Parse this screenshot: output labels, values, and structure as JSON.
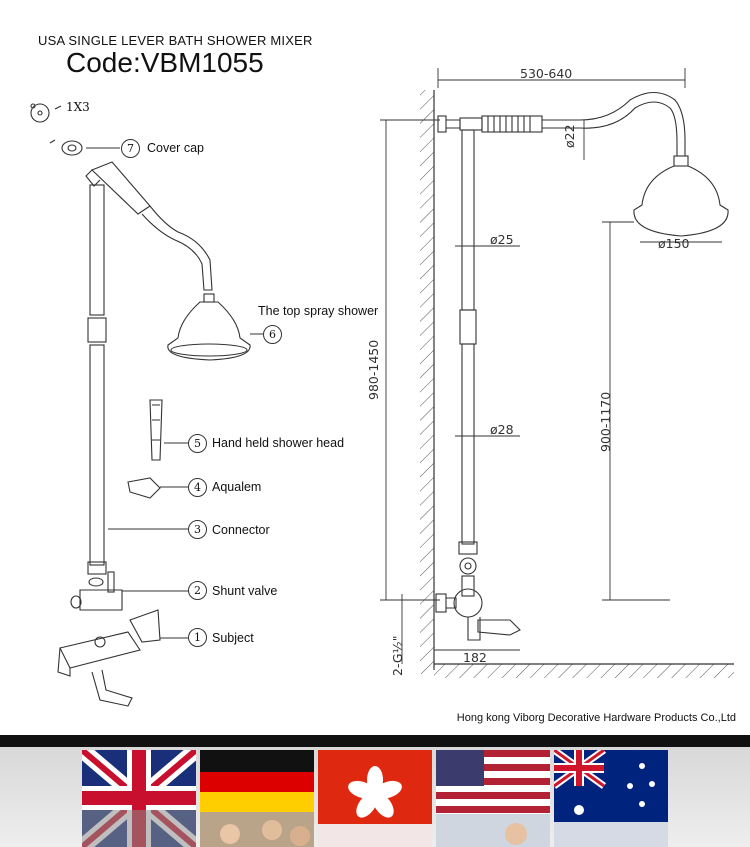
{
  "header": {
    "title": "USA SINGLE LEVER BATH SHOWER MIXER",
    "code": "Code:VBM1055"
  },
  "parts": [
    {
      "num": "7",
      "label": "Cover cap"
    },
    {
      "num": "6",
      "label": "The top spray shower"
    },
    {
      "num": "5",
      "label": "Hand held shower head"
    },
    {
      "num": "4",
      "label": "Aqualem"
    },
    {
      "num": "3",
      "label": "Connector"
    },
    {
      "num": "2",
      "label": "Shunt valve"
    },
    {
      "num": "1",
      "label": "Subject"
    }
  ],
  "screw_note": "1X3",
  "dimensions": {
    "arm_length": "530-640",
    "arm_diameter": "ø22",
    "head_diameter": "ø150",
    "upper_pipe": "ø25",
    "lower_pipe": "ø28",
    "total_height": "980-1450",
    "head_height": "900-1170",
    "thread": "2-G½\"",
    "spacing": "182"
  },
  "footer": {
    "company": "Hong kong Viborg Decorative Hardware Products Co.,Ltd",
    "flags": [
      "uk-flag",
      "germany-flag",
      "hong-kong-flag",
      "usa-flag",
      "australia-flag"
    ]
  }
}
